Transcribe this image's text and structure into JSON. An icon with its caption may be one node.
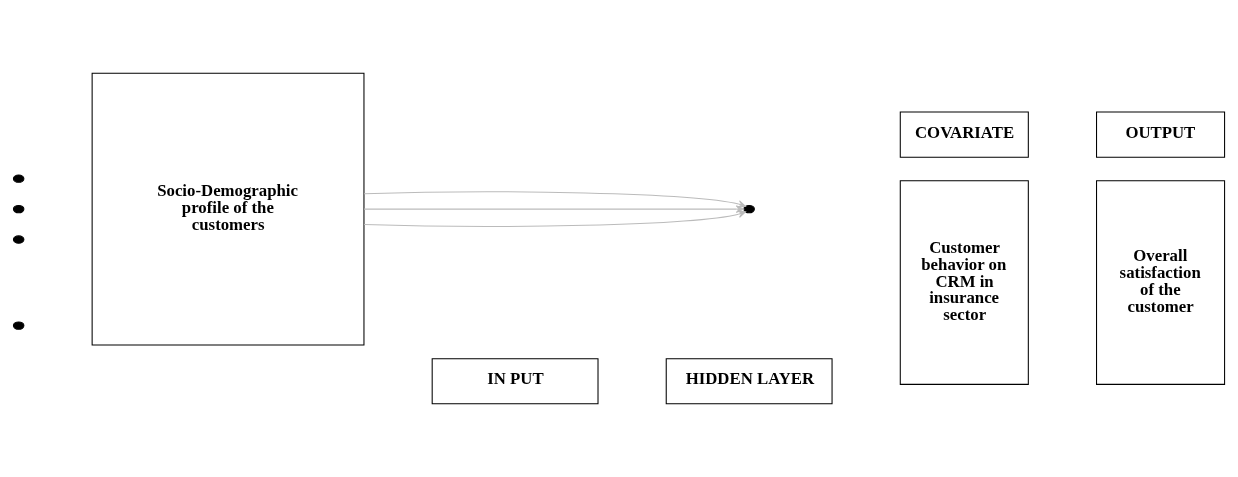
{
  "diagram": {
    "nodes": [
      {
        "text": [
          "Socio-Demographic profile of the customers"
        ]
      },
      {
        "text": [],
        "shape": "circle"
      },
      {
        "text": [],
        "shape": "circle"
      },
      {
        "text": [],
        "shape": "circle"
      },
      {
        "text": [],
        "shape": "circle"
      },
      {
        "text": [],
        "shape": "circle"
      },
      {
        "text": [
          "COVARIATE"
        ]
      },
      {
        "text": [
          "Customer behavior on CRM in insurance sector"
        ]
      },
      {
        "text": [
          "OUTPUT"
        ]
      },
      {
        "text": [
          "Overall satisfaction of the customer"
        ]
      },
      {
        "text": [
          "IN PUT"
        ]
      },
      {
        "text": [
          "HIDDEN LAYER"
        ]
      }
    ],
    "edges": [
      {
        "from": 0,
        "to": 5,
        "arrow": "to"
      },
      {
        "from": 0,
        "to": 5,
        "arrow": "to"
      },
      {
        "from": 0,
        "to": 5,
        "arrow": "to"
      }
    ]
  }
}
